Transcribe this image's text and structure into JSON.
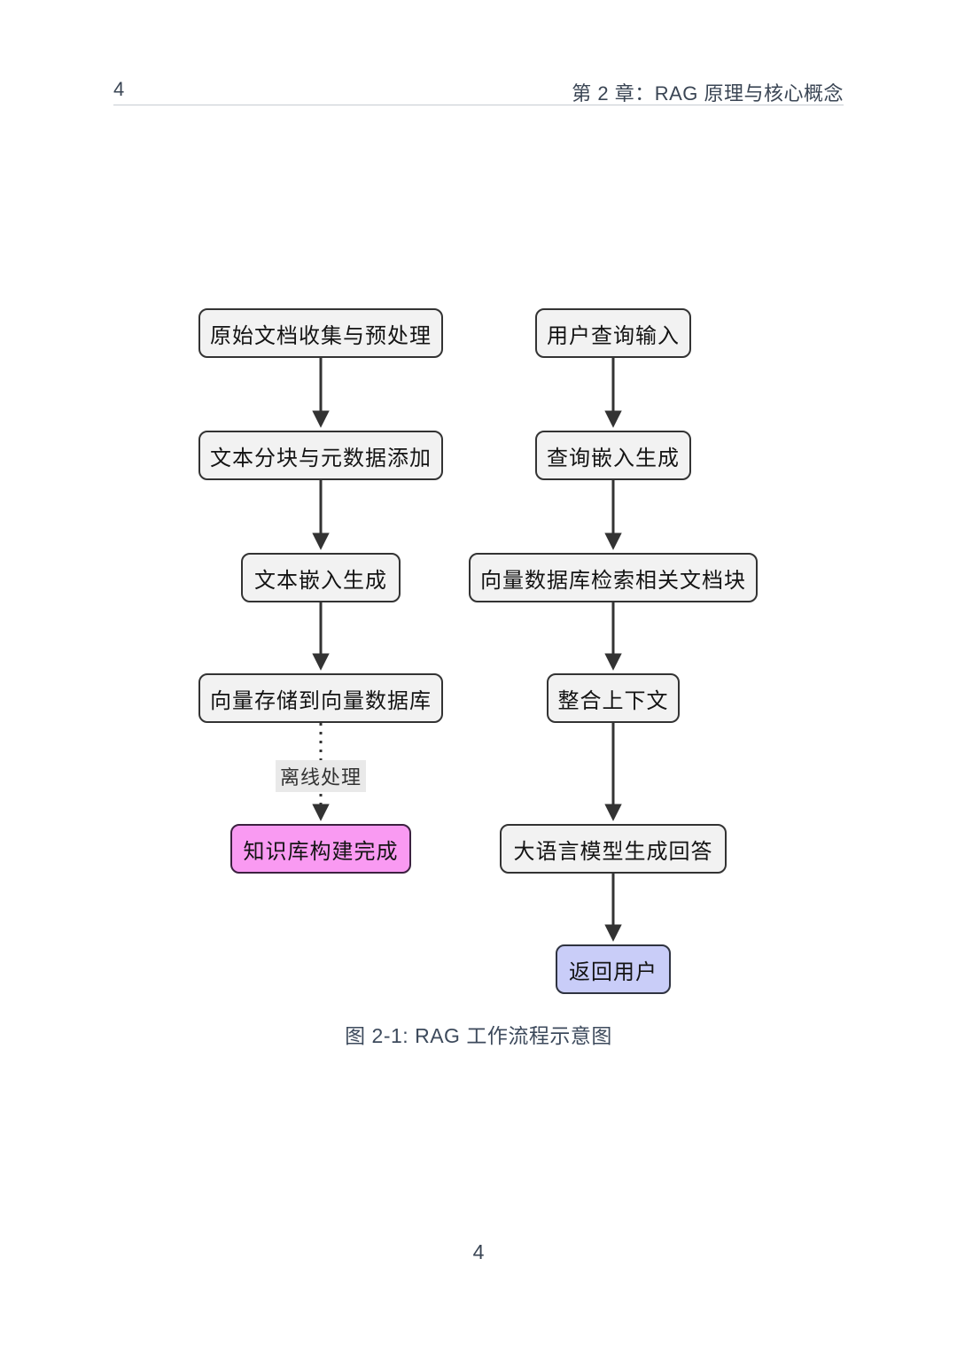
{
  "page": {
    "header_page_number": "4",
    "header_chapter": "第 2 章：RAG 原理与核心概念",
    "footer_page_number": "4",
    "figure_caption": "图 2-1: RAG 工作流程示意图"
  },
  "colors": {
    "node_fill": "#f2f2f2",
    "node_border": "#333333",
    "arrow": "#333333",
    "highlight_pink_fill": "#f99af2",
    "highlight_purple_fill": "#c9cdf8",
    "edge_label_background": "#e9e9e9",
    "header_text": "#3a4554"
  },
  "flowchart": {
    "nodes": {
      "collect": "原始文档收集与预处理",
      "chunk": "文本分块与元数据添加",
      "embed": "文本嵌入生成",
      "store": "向量存储到向量数据库",
      "kb_done": "知识库构建完成",
      "query": "用户查询输入",
      "query_embed": "查询嵌入生成",
      "retrieve": "向量数据库检索相关文档块",
      "context": "整合上下文",
      "generate": "大语言模型生成回答",
      "return_user": "返回用户"
    },
    "edge_label_offline": "离线处理",
    "edges": [
      {
        "from": "collect",
        "to": "chunk",
        "style": "solid"
      },
      {
        "from": "chunk",
        "to": "embed",
        "style": "solid"
      },
      {
        "from": "embed",
        "to": "store",
        "style": "solid"
      },
      {
        "from": "store",
        "to": "kb_done",
        "style": "dotted",
        "label": "离线处理"
      },
      {
        "from": "query",
        "to": "query_embed",
        "style": "solid"
      },
      {
        "from": "query_embed",
        "to": "retrieve",
        "style": "solid"
      },
      {
        "from": "retrieve",
        "to": "context",
        "style": "solid"
      },
      {
        "from": "context",
        "to": "generate",
        "style": "solid"
      },
      {
        "from": "generate",
        "to": "return_user",
        "style": "solid"
      }
    ]
  }
}
